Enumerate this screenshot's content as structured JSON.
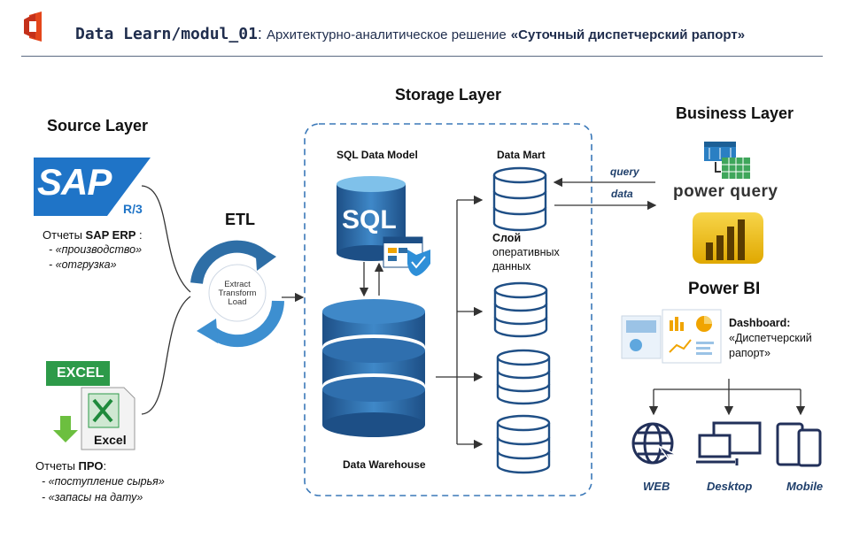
{
  "header": {
    "project": "Data Learn/modul_01",
    "separator": ":",
    "subtitle": "Архитектурно-аналитическое решение",
    "title": "«Суточный диспетчерский рапорт»"
  },
  "layers": {
    "source": "Source Layer",
    "storage": "Storage Layer",
    "business": "Business Layer"
  },
  "source": {
    "sap_logo": "SAP",
    "sap_version": "R/3",
    "sap_title_prefix": "Отчеты ",
    "sap_title_bold": "SAP ERP",
    "sap_title_suffix": " :",
    "sap_items": [
      "- «производство»",
      "- «отгрузка»"
    ],
    "excel_logo": "EXCEL",
    "excel_word": "Excel",
    "excel_title_prefix": "Отчеты ",
    "excel_title_bold": "ПРО",
    "excel_title_suffix": ":",
    "excel_items": [
      "- «поступление сырья»",
      "- «запасы на дату»"
    ]
  },
  "etl": {
    "label": "ETL",
    "lines": [
      "Extract",
      "Transform",
      "Load"
    ]
  },
  "storage": {
    "sql_model": "SQL Data Model",
    "sql_logo": "SQL",
    "warehouse": "Data Warehouse",
    "data_mart": "Data Mart",
    "mart_label_bold": "Слой",
    "mart_label_rest": [
      "оперативных",
      "данных"
    ]
  },
  "business": {
    "query_label": "query",
    "data_label": "data",
    "power_query": "power query",
    "power_bi": "Power BI",
    "dashboard_title": "Dashboard:",
    "dashboard_lines": [
      "«Диспетчерский",
      "рапорт»"
    ]
  },
  "devices": [
    "WEB",
    "Desktop",
    "Mobile"
  ],
  "colors": {
    "accent_blue": "#2e6ea6",
    "dark_blue": "#1f3f6b",
    "sap_blue": "#1f74c7",
    "excel_green": "#1e8a3b",
    "powerbi_yellow": "#f2c811",
    "dashed_border": "#3a78b8"
  }
}
